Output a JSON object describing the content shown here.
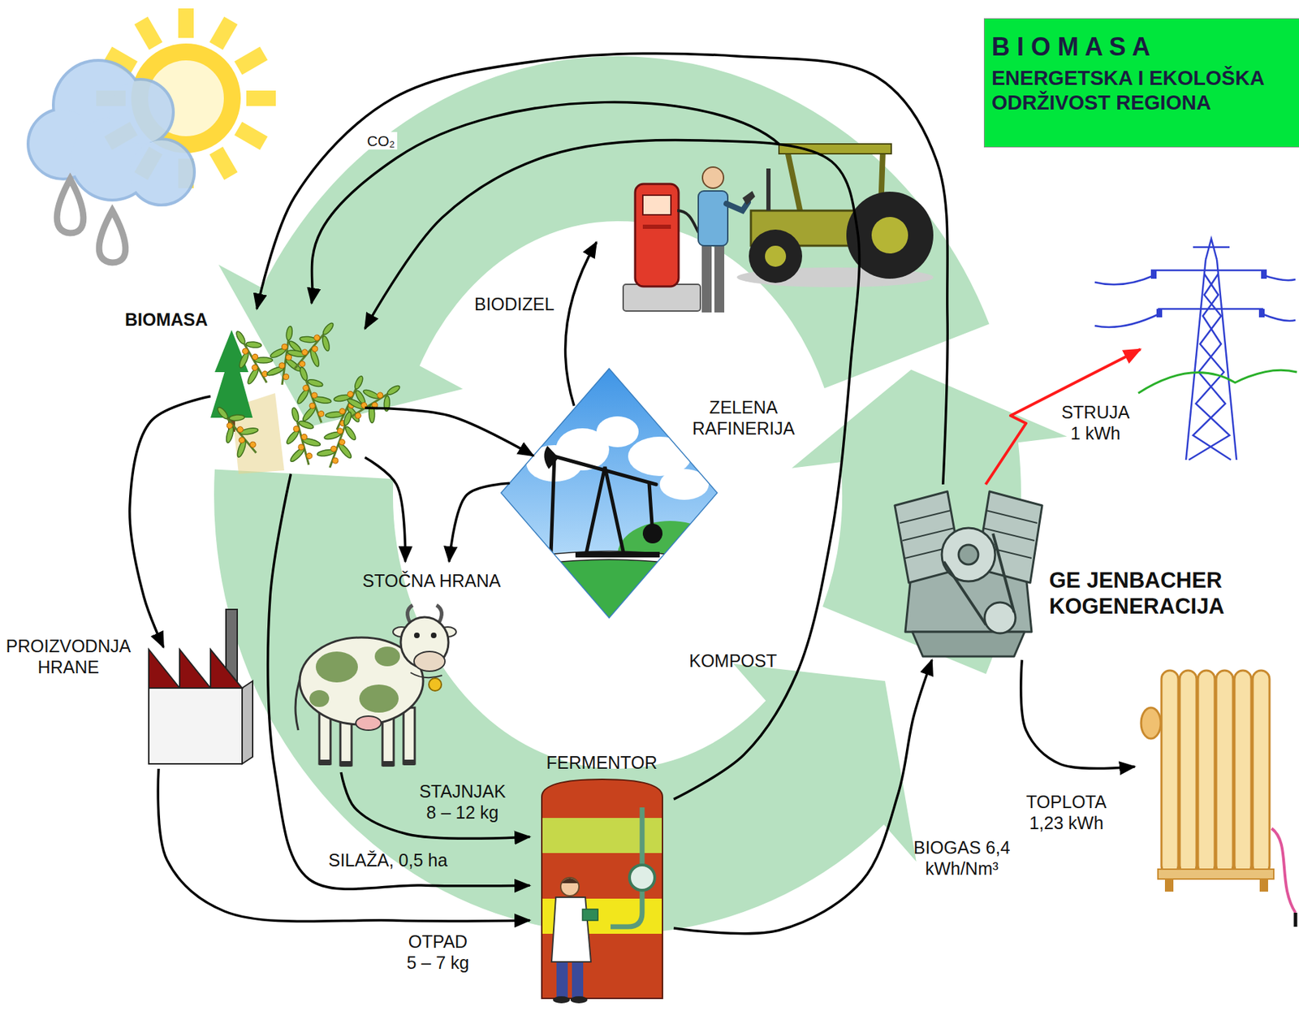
{
  "diagram": {
    "nodes": [
      {
        "text": [
          "B I O M A S A",
          "ENERGETSKA I EKOLOŠKA ODRŽIVOST REGIONA"
        ]
      },
      {
        "text": [
          "BIOMASA"
        ]
      },
      {
        "text": [
          "ZELENA RAFINERIJA"
        ]
      },
      {
        "text": [
          "STOČNA HRANA"
        ]
      },
      {
        "text": [
          "PROIZVODNJA HRANE"
        ]
      },
      {
        "text": [
          "FERMENTOR"
        ]
      },
      {
        "text": [
          "GE JENBACHER KOGENERACIJA"
        ]
      },
      {
        "text": [
          "STRUJA 1 kWh"
        ]
      },
      {
        "text": [
          "TOPLOTA 1,23 kWh"
        ]
      }
    ],
    "edges": [
      {
        "from": 1,
        "to": 4,
        "arrow": "to"
      },
      {
        "from": 1,
        "to": 2,
        "arrow": "to"
      },
      {
        "from": 1,
        "to": 3,
        "arrow": "to"
      },
      {
        "from": 2,
        "to": 3,
        "arrow": "to"
      },
      {
        "from": 3,
        "to": 5,
        "label": "STAJNJAK 8 – 12 kg",
        "arrow": "to"
      },
      {
        "from": 1,
        "to": 5,
        "label": "SILAŽA, 0,5 ha",
        "arrow": "to"
      },
      {
        "from": 4,
        "to": 5,
        "label": "OTPAD 5 – 7 kg",
        "arrow": "to"
      },
      {
        "from": 5,
        "to": 6,
        "label": "BIOGAS 6,4 kWh/Nm³",
        "arrow": "to"
      },
      {
        "from": 5,
        "to": 1,
        "label": "KOMPOST",
        "arrow": "to"
      },
      {
        "from": 6,
        "to": 1,
        "label": "CO₂",
        "arrow": "to"
      },
      {
        "from": 6,
        "to": 7,
        "arrow": "to"
      },
      {
        "from": 6,
        "to": 8,
        "arrow": "to"
      }
    ],
    "labels": [
      "BIODIZEL"
    ]
  }
}
